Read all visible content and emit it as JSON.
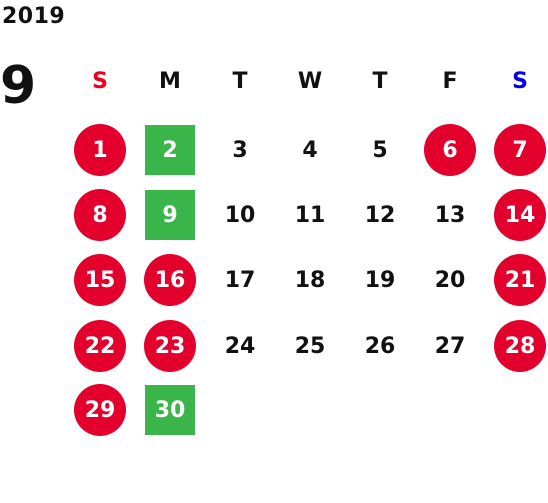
{
  "calendar": {
    "year": "2019",
    "month": "9",
    "weekdays": [
      {
        "label": "S",
        "kind": "sun"
      },
      {
        "label": "M",
        "kind": "normal"
      },
      {
        "label": "T",
        "kind": "normal"
      },
      {
        "label": "W",
        "kind": "normal"
      },
      {
        "label": "T",
        "kind": "normal"
      },
      {
        "label": "F",
        "kind": "normal"
      },
      {
        "label": "S",
        "kind": "sat"
      }
    ],
    "weeks": [
      [
        {
          "day": "1",
          "style": "holiday"
        },
        {
          "day": "2",
          "style": "special"
        },
        {
          "day": "3",
          "style": "normal"
        },
        {
          "day": "4",
          "style": "normal"
        },
        {
          "day": "5",
          "style": "normal"
        },
        {
          "day": "6",
          "style": "holiday"
        },
        {
          "day": "7",
          "style": "holiday"
        }
      ],
      [
        {
          "day": "8",
          "style": "holiday"
        },
        {
          "day": "9",
          "style": "special"
        },
        {
          "day": "10",
          "style": "normal"
        },
        {
          "day": "11",
          "style": "normal"
        },
        {
          "day": "12",
          "style": "normal"
        },
        {
          "day": "13",
          "style": "normal"
        },
        {
          "day": "14",
          "style": "holiday"
        }
      ],
      [
        {
          "day": "15",
          "style": "holiday"
        },
        {
          "day": "16",
          "style": "holiday"
        },
        {
          "day": "17",
          "style": "normal"
        },
        {
          "day": "18",
          "style": "normal"
        },
        {
          "day": "19",
          "style": "normal"
        },
        {
          "day": "20",
          "style": "normal"
        },
        {
          "day": "21",
          "style": "holiday"
        }
      ],
      [
        {
          "day": "22",
          "style": "holiday"
        },
        {
          "day": "23",
          "style": "holiday"
        },
        {
          "day": "24",
          "style": "normal"
        },
        {
          "day": "25",
          "style": "normal"
        },
        {
          "day": "26",
          "style": "normal"
        },
        {
          "day": "27",
          "style": "normal"
        },
        {
          "day": "28",
          "style": "holiday"
        }
      ],
      [
        {
          "day": "29",
          "style": "holiday"
        },
        {
          "day": "30",
          "style": "special"
        },
        {
          "day": "",
          "style": "empty"
        },
        {
          "day": "",
          "style": "empty"
        },
        {
          "day": "",
          "style": "empty"
        },
        {
          "day": "",
          "style": "empty"
        },
        {
          "day": "",
          "style": "empty"
        }
      ]
    ],
    "colors": {
      "holiday": "#e3002c",
      "special": "#3ab54a",
      "sunday_header": "#e8001c",
      "saturday_header": "#0000e0"
    }
  }
}
